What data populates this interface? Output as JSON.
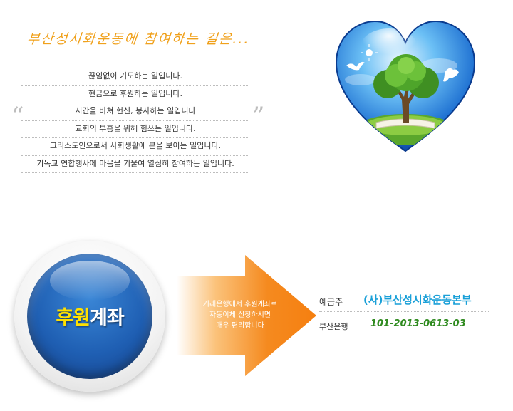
{
  "headline": "부산성시화운동에 참여하는 길은...",
  "quote": {
    "open_mark": "“",
    "close_mark": "”",
    "lines": [
      "끊임없이 기도하는 일입니다.",
      "현금으로 후원하는 일입니다.",
      "시간을 바쳐 헌신, 봉사하는 일입니다",
      "교회의 부흥을 위해 힘쓰는 일입니다.",
      "그리스도인으로서 사회생활에 본을 보이는 일입니다.",
      "기독교 연합행사에 마음을 기울여 열심히 참여하는 일입니다."
    ]
  },
  "badge": {
    "title_part1": "후원",
    "title_part2": "계좌"
  },
  "arrow_message": {
    "line1": "거래은행에서 후원계좌로",
    "line2": "자동이체 신청하시면",
    "line3": "매우 편리합니다"
  },
  "account": {
    "holder_label": "예금주",
    "holder_value": "(사)부산성시화운동본부",
    "bank_label": "부산은행",
    "number": "101-2013-0613-03"
  },
  "colors": {
    "headline": "#f0a11c",
    "badge_blue": "#1f5fb3",
    "badge_yellow": "#ffe000",
    "arrow_orange": "#f58a1f",
    "holder_blue": "#1aa0d8",
    "number_green": "#2e8a1e"
  }
}
